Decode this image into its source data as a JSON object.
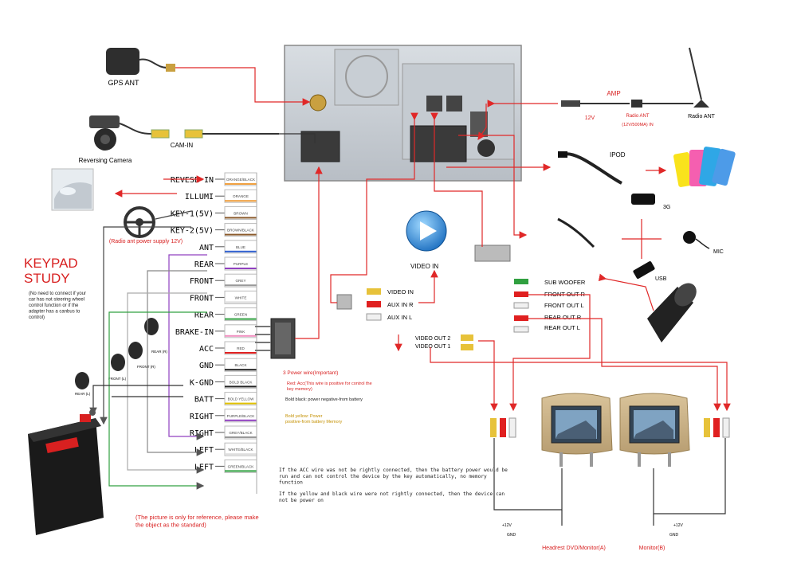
{
  "components": {
    "gps_ant": "GPS ANT",
    "reversing_camera": "Reversing Camera",
    "cam_in": "CAM-IN",
    "amp": "AMP",
    "v12": "12V",
    "radio_ant_short": "Radio ANT",
    "radio_ant_spec": "(12V/500MA) IN",
    "radio_ant": "Radio ANT",
    "ipod": "IPOD",
    "g3": "3G",
    "mic": "MIC",
    "usb": "USB",
    "video_in": "VIDEO IN"
  },
  "wire_labels": [
    {
      "label": "REVESE-IN",
      "color_name": "ORANGE/BLACK",
      "swatch": "#f0a040"
    },
    {
      "label": "ILLUMI",
      "color_name": "ORANGE",
      "swatch": "#f0a040"
    },
    {
      "label": "KEY-1(5V)",
      "color_name": "BROWN",
      "swatch": "#8b5a2b"
    },
    {
      "label": "KEY-2(5V)",
      "color_name": "BROWN/BLACK",
      "swatch": "#8b5a2b"
    },
    {
      "label": "ANT",
      "color_name": "BLUE",
      "swatch": "#3060d0"
    },
    {
      "label": "REAR",
      "color_name": "PURPLE",
      "swatch": "#9040c0"
    },
    {
      "label": "FRONT",
      "color_name": "GREY",
      "swatch": "#999999"
    },
    {
      "label": "FRONT",
      "color_name": "WHITE",
      "swatch": "#dddddd"
    },
    {
      "label": "REAR",
      "color_name": "GREEN",
      "swatch": "#30a040"
    },
    {
      "label": "BRAKE-IN",
      "color_name": "PINK",
      "swatch": "#f090c0"
    },
    {
      "label": "ACC",
      "color_name": "RED",
      "swatch": "#e02020"
    },
    {
      "label": "GND",
      "color_name": "BLACK",
      "swatch": "#222222"
    },
    {
      "label": "K-GND",
      "color_name": "BOLD BLACK",
      "swatch": "#222222"
    },
    {
      "label": "BATT",
      "color_name": "BOLD YELLOW",
      "swatch": "#e0c000"
    },
    {
      "label": "RIGHT",
      "color_name": "PURPLE/BLACK",
      "swatch": "#9040c0"
    },
    {
      "label": "RIGHT",
      "color_name": "GREY/BLACK",
      "swatch": "#999999"
    },
    {
      "label": "LEFT",
      "color_name": "WHITE/BLACK",
      "swatch": "#dddddd"
    },
    {
      "label": "LEFT",
      "color_name": "GREEN/BLACK",
      "swatch": "#30a040"
    }
  ],
  "notes": {
    "radio_supply": "(Radio ant power supply 12V)",
    "power_title": "3 Power wire(Important)",
    "power_red": "Red: Acc(This wire is positive for control the key memory)",
    "power_black": "Bold black: power negative-from battery",
    "power_yellow": "Bold yellow: Power positive-from battery Memory",
    "warn1": "If the ACC wire was not be rightly connected, then the battery power would be run and can not control the device by the key automatically, no memory function",
    "warn2": "If the yellow and black wire were not rightly connected, then the device can not be power on",
    "reference": "(The picture is only for reference, please make the object as the standard)"
  },
  "keypad": {
    "title_line1": "KEYPAD",
    "title_line2": "STUDY",
    "desc": "(No need to connect if your car has not steering wheel control function or if the adapter has a canbus to control)"
  },
  "speakers": {
    "front_r": "FRONT (R)",
    "front_l": "FRONT (L)",
    "rear_r": "REAR (R)",
    "rear_l": "REAR (L)"
  },
  "av_in": [
    "VIDEO IN",
    "AUX IN R",
    "AUX IN L"
  ],
  "av_out": [
    "VIDEO OUT 2",
    "VIDEO OUT 1"
  ],
  "audio_out": [
    "SUB WOOFER",
    "FRONT OUT R",
    "FRONT OUT L",
    "REAR OUT R",
    "REAR OUT L"
  ],
  "monitors": {
    "a_label": "Headrest DVD/Monitor(A)",
    "b_label": "Monitor(B)",
    "v12": "+12V",
    "gnd": "GND"
  },
  "colors": {
    "arrow": "#e02828",
    "wire": "#555555",
    "title_red": "#d82020",
    "warn": "#222222"
  }
}
